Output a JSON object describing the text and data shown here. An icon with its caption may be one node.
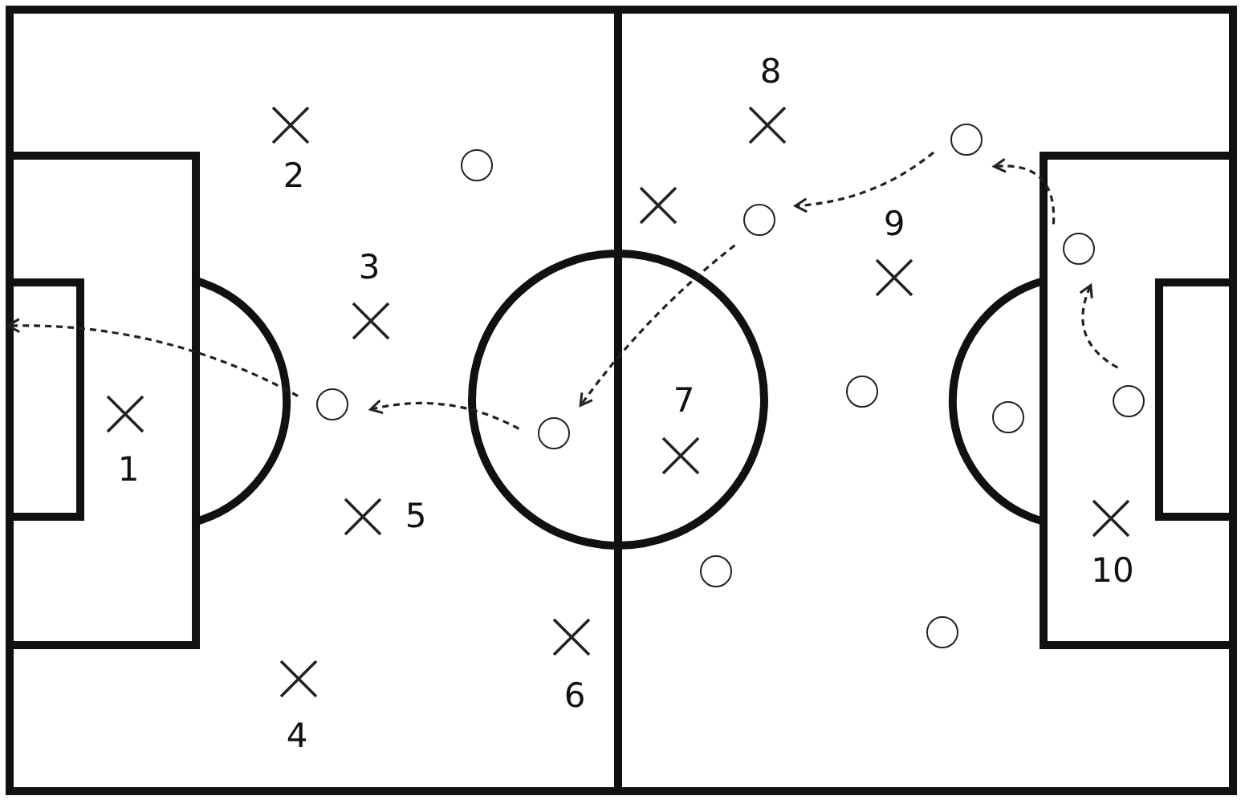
{
  "diagram": {
    "nodes": [
      {
        "text": [],
        "shape": "circle"
      },
      {
        "text": [],
        "shape": "circle"
      },
      {
        "text": [],
        "shape": "circle"
      },
      {
        "text": [],
        "shape": "circle"
      },
      {
        "text": [],
        "shape": "circle"
      },
      {
        "text": [],
        "shape": "circle"
      },
      {
        "text": [],
        "shape": "circle"
      },
      {
        "text": [],
        "shape": "circle"
      },
      {
        "text": [],
        "shape": "circle"
      },
      {
        "text": [],
        "shape": "circle"
      },
      {
        "text": [],
        "shape": "circle"
      }
    ],
    "edges": [
      {
        "from": 10,
        "to": 9,
        "arrow": "to",
        "style": "dashed"
      },
      {
        "from": 9,
        "to": 7,
        "arrow": "to",
        "style": "dashed"
      },
      {
        "from": 7,
        "to": 4,
        "arrow": "to",
        "style": "dashed"
      },
      {
        "from": 4,
        "to": 2,
        "arrow": "to",
        "style": "dashed"
      },
      {
        "from": 2,
        "to": 0,
        "arrow": "to",
        "style": "dashed"
      },
      {
        "from": 0,
        "to": null,
        "arrow": "to",
        "style": "dashed"
      }
    ],
    "labels": [
      "8",
      "2",
      "9",
      "3",
      "7",
      "1",
      "5",
      "10",
      "6",
      "4"
    ]
  }
}
